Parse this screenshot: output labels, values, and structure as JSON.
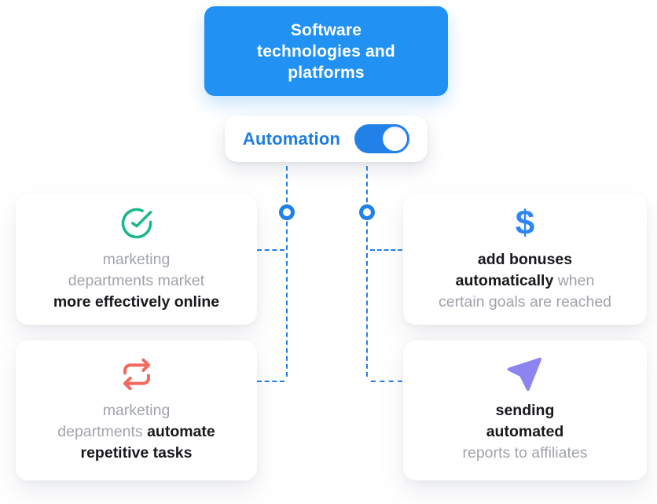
{
  "palette": {
    "brand_blue": "#2192F3",
    "link_blue": "#1F7DE1",
    "connector_blue": "#2181E8",
    "green": "#19B78B",
    "dollar_blue": "#2E86F5",
    "coral": "#F2695E",
    "purple": "#8D85EF",
    "text_dark": "#17181C",
    "text_muted": "#A0A3AB"
  },
  "header": {
    "title": "Software technologies and platforms",
    "title_lines": [
      "Software",
      "technologies and",
      "platforms"
    ]
  },
  "toggle": {
    "label": "Automation",
    "state": "on"
  },
  "cards": [
    {
      "id": "market-online",
      "icon": "check-circle-icon",
      "color": "#19B78B",
      "lines": [
        [
          {
            "t": "marketing",
            "strong": false
          }
        ],
        [
          {
            "t": "departments market",
            "strong": false
          }
        ],
        [
          {
            "t": "more effectively online",
            "strong": true
          }
        ]
      ]
    },
    {
      "id": "add-bonuses",
      "icon": "dollar-icon",
      "color": "#2E86F5",
      "lines": [
        [
          {
            "t": "add bonuses",
            "strong": true
          }
        ],
        [
          {
            "t": "automatically",
            "strong": true
          },
          {
            "t": " when",
            "strong": false
          }
        ],
        [
          {
            "t": "certain goals are reached",
            "strong": false
          }
        ]
      ]
    },
    {
      "id": "automate-tasks",
      "icon": "repeat-icon",
      "color": "#F2695E",
      "lines": [
        [
          {
            "t": "marketing",
            "strong": false
          }
        ],
        [
          {
            "t": "departments ",
            "strong": false
          },
          {
            "t": "automate",
            "strong": true
          }
        ],
        [
          {
            "t": "repetitive tasks",
            "strong": true
          }
        ]
      ]
    },
    {
      "id": "automated-reports",
      "icon": "send-arrow-icon",
      "color": "#8D85EF",
      "lines": [
        [
          {
            "t": "sending",
            "strong": true
          }
        ],
        [
          {
            "t": "automated",
            "strong": true
          }
        ],
        [
          {
            "t": "reports to affiliates",
            "strong": false
          }
        ]
      ]
    }
  ]
}
